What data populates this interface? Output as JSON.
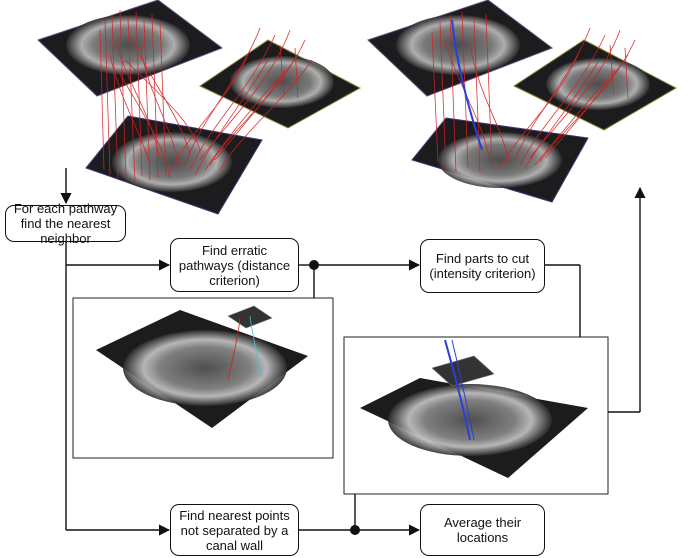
{
  "nodes": {
    "nearest_neighbor": "For each pathway find the nearest neighbor",
    "erratic_pathways": "Find erratic pathways (distance criterion)",
    "parts_to_cut": "Find parts to cut (intensity criterion)",
    "nearest_points": "Find nearest points not separated by a canal wall",
    "average_locations": "Average their locations"
  },
  "colors": {
    "slice_background": "#1c1c1e",
    "pathway_red": "#d42020",
    "pathway_blue": "#2a3fd8",
    "arrow": "#111111"
  }
}
